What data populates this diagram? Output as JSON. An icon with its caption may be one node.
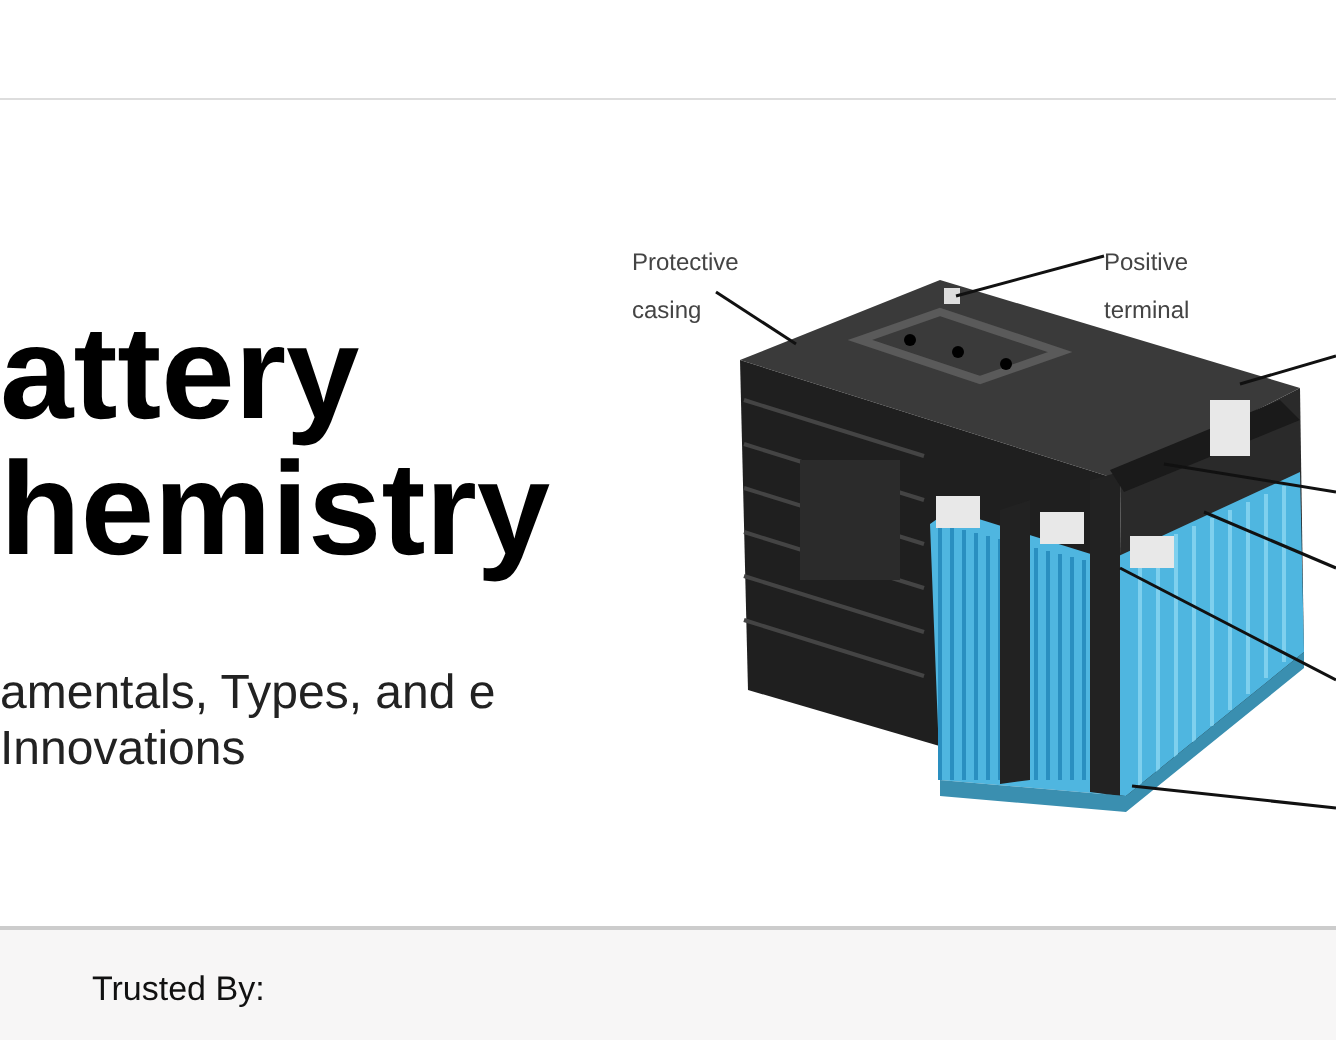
{
  "diagram": {
    "title": "attery hemistry",
    "nodes": [
      {
        "text": [
          "Protective casing"
        ]
      },
      {
        "text": [
          "Positive terminal"
        ]
      },
      {
        "text": [],
        "shape": "picture"
      }
    ],
    "edges": [
      {
        "from": 0,
        "to": 2,
        "arrow": "none"
      },
      {
        "from": 1,
        "to": 2,
        "arrow": "none"
      },
      {
        "from": null,
        "to": 2,
        "arrow": "none"
      },
      {
        "from": null,
        "to": 2,
        "arrow": "none"
      },
      {
        "from": null,
        "to": 2,
        "arrow": "none"
      },
      {
        "from": null,
        "to": 2,
        "arrow": "none"
      },
      {
        "from": null,
        "to": 2,
        "arrow": "none"
      }
    ],
    "labels": [
      "amentals, Types, and e Innovations",
      "Trusted By:"
    ]
  }
}
